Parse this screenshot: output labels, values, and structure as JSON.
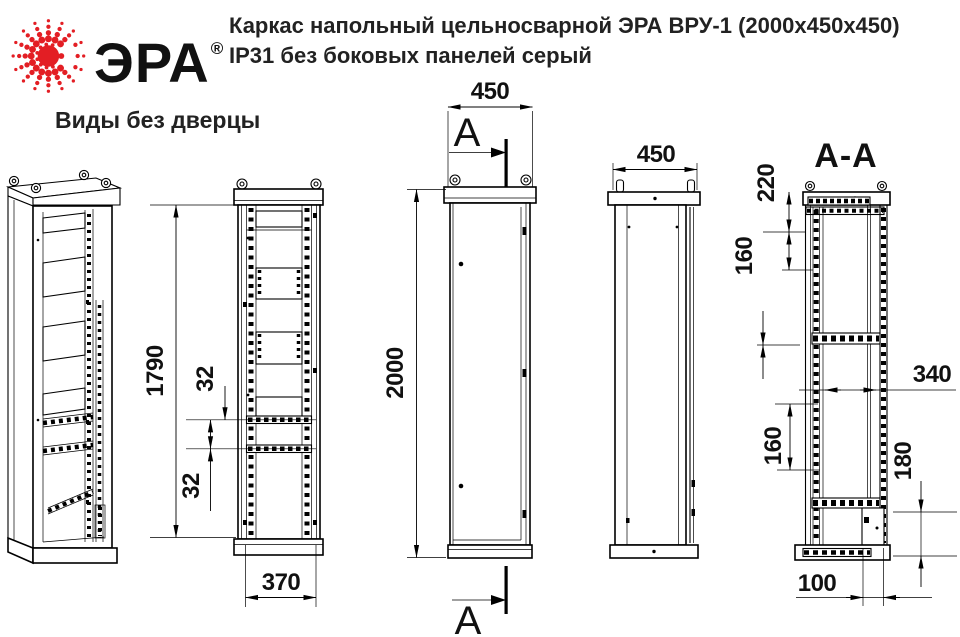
{
  "header": {
    "logo_text": "ЭРА",
    "logo_reg_mark": "®",
    "title_line1": "Каркас напольный цельносварной ЭРА ВРУ-1 (2000х450х450)",
    "title_line2": "IP31 без боковых панелей серый",
    "subtitle": "Виды без дверцы"
  },
  "drawing": {
    "section_label": "А-А",
    "section_cut_label": "А",
    "dims": {
      "front_height": "1790",
      "front_rail_offset_upper": "32",
      "front_rail_offset_lower": "32",
      "front_base_width": "370",
      "side_depth": "450",
      "side_height": "2000",
      "rear_width": "450",
      "section_top_pitch": "220",
      "section_pitch_upper": "160",
      "section_pitch_lower": "160",
      "section_inner_depth": "340",
      "section_bottom_zone": "180",
      "section_base_depth": "100"
    }
  },
  "icons": {
    "logo": "era-sunburst"
  },
  "colors": {
    "brand_red": "#e31e24",
    "line": "#000000",
    "text": "#222222",
    "background": "#ffffff"
  }
}
